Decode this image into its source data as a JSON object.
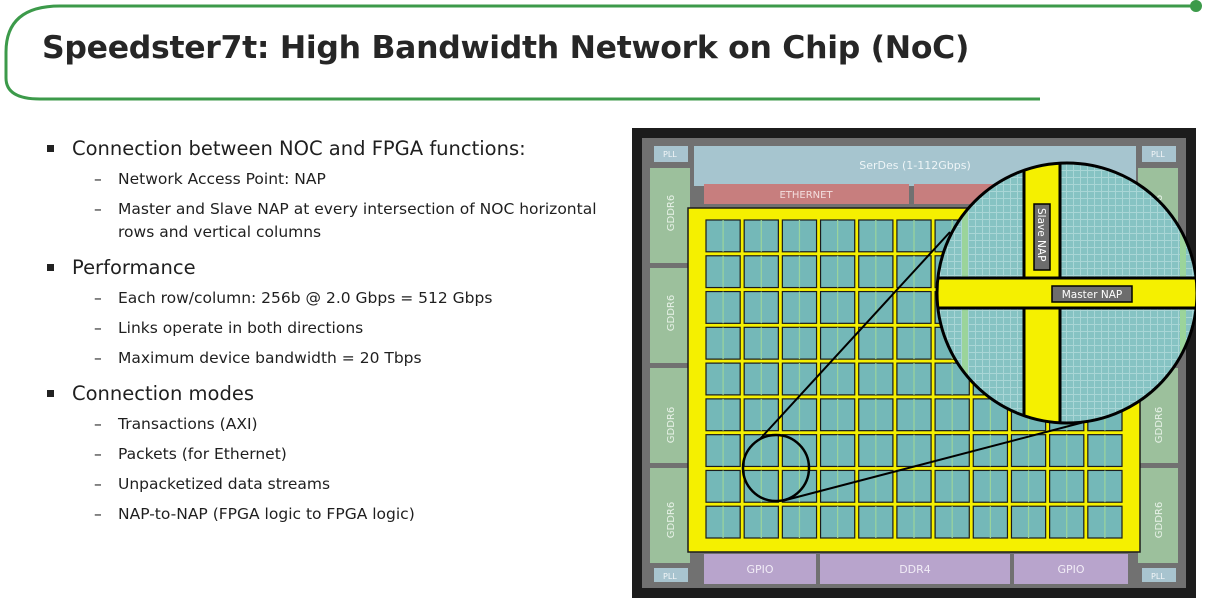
{
  "slide": {
    "title": "Speedster7t: High Bandwidth Network on Chip (NoC)",
    "accent_color": "#3c9a4a"
  },
  "bullets": [
    {
      "text": "Connection between NOC and FPGA functions:",
      "sub": [
        "Network Access Point: NAP",
        "Master and Slave NAP at every intersection of NOC horizontal rows and vertical columns"
      ]
    },
    {
      "text": "Performance",
      "sub": [
        "Each row/column: 256b @ 2.0 Gbps = 512 Gbps",
        "Links operate in both directions",
        "Maximum device bandwidth = 20 Tbps"
      ]
    },
    {
      "text": "Connection modes",
      "sub": [
        "Transactions (AXI)",
        "Packets (for Ethernet)",
        "Unpacketized data streams",
        "NAP-to-NAP (FPGA logic to FPGA logic)"
      ]
    }
  ],
  "diagram": {
    "pll": "PLL",
    "serdes": "SerDes (1-112Gbps)",
    "ethernet": "ETHERNET",
    "gddr6": "GDDR6",
    "gpio": "GPIO",
    "ddr4": "DDR4",
    "slave_nap": "Slave NAP",
    "master_nap": "Master NAP",
    "colors": {
      "noc": "#f5f000",
      "die": "#717171",
      "fabric": "#74b8b8",
      "border": "#1c1c1c"
    }
  }
}
